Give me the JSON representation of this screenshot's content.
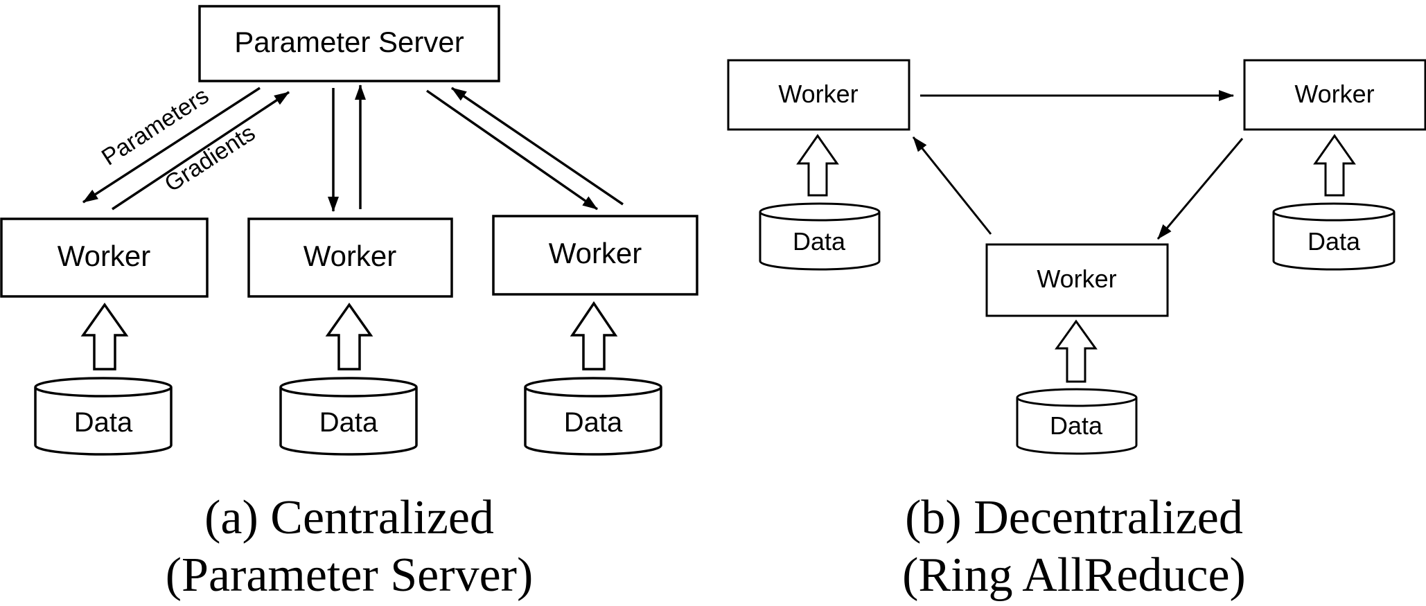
{
  "centralized": {
    "server_label": "Parameter Server",
    "edge_parameters": "Parameters",
    "edge_gradients": "Gradients",
    "workers": [
      "Worker",
      "Worker",
      "Worker"
    ],
    "data": [
      "Data",
      "Data",
      "Data"
    ],
    "caption_line1": "(a) Centralized",
    "caption_line2": "(Parameter Server)"
  },
  "decentralized": {
    "workers": [
      "Worker",
      "Worker",
      "Worker"
    ],
    "data": [
      "Data",
      "Data",
      "Data"
    ],
    "caption_line1": "(b) Decentralized",
    "caption_line2": "(Ring AllReduce)"
  },
  "colors": {
    "stroke": "#000000",
    "background": "#ffffff"
  }
}
